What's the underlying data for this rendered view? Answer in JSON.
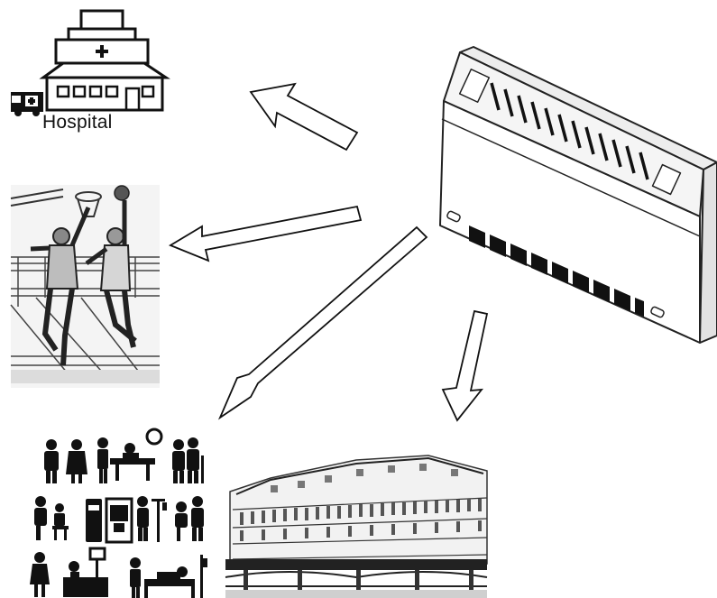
{
  "hospital": {
    "label": "Hospital"
  },
  "scenes": {
    "source": "fan-coil-unit",
    "targets": [
      "hospital",
      "basketball-court",
      "healthcare-people",
      "historic-hotel-building"
    ]
  },
  "palette": {
    "ink": "#111111",
    "line": "#222222",
    "paper": "#ffffff",
    "shade": "#e6e6e6"
  }
}
